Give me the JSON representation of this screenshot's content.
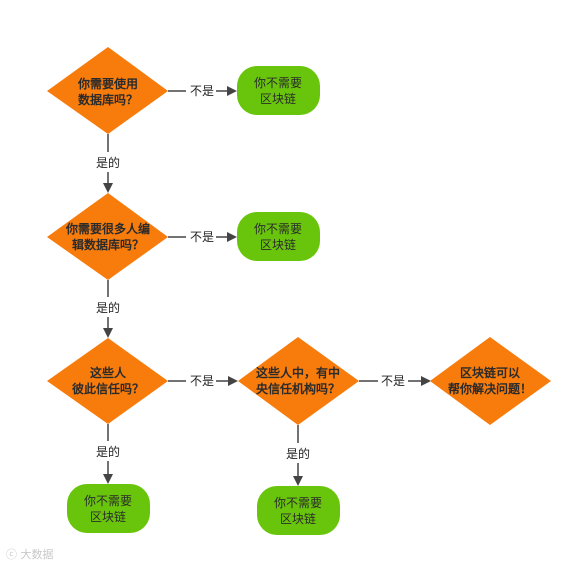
{
  "colors": {
    "decision": "#f77c0c",
    "terminal": "#69c50b",
    "edge": "#444444"
  },
  "nodes": {
    "d1": {
      "line1": "你需要使用",
      "line2": "数据库吗？"
    },
    "d2": {
      "line1": "你需要很多人编",
      "line2": "辑数据库吗？"
    },
    "d3": {
      "line1": "这些人",
      "line2": "彼此信任吗？"
    },
    "d4": {
      "line1": "这些人中，有中",
      "line2": "央信任机构吗？"
    },
    "d5": {
      "line1": "区块链可以",
      "line2": "帮你解决问题！"
    },
    "t1": {
      "line1": "你不需要",
      "line2": "区块链"
    },
    "t2": {
      "line1": "你不需要",
      "line2": "区块链"
    },
    "t3": {
      "line1": "你不需要",
      "line2": "区块链"
    },
    "t4": {
      "line1": "你不需要",
      "line2": "区块链"
    }
  },
  "edges": {
    "e1": "不是",
    "e2": "是的",
    "e3": "不是",
    "e4": "是的",
    "e5": "不是",
    "e6": "是的",
    "e7": "是的",
    "e8": "不是"
  },
  "watermark": "大数据"
}
